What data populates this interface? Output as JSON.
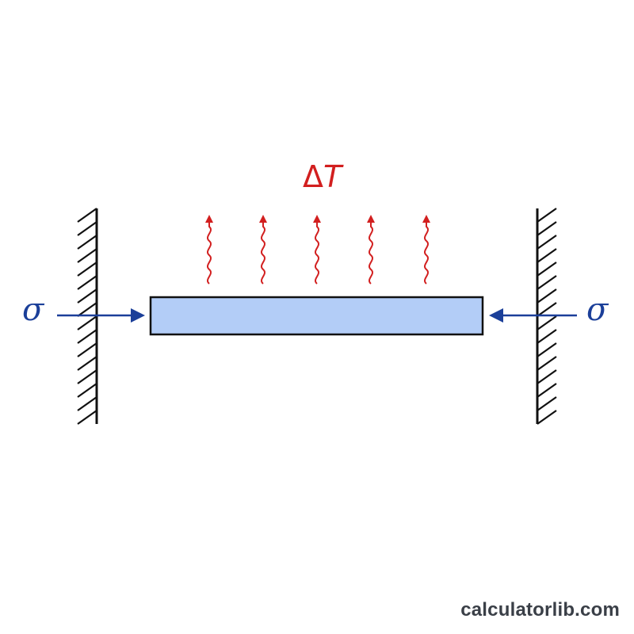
{
  "diagram": {
    "labels": {
      "stress_left": "σ",
      "stress_right": "σ",
      "temperature_change_prefix": "Δ",
      "temperature_change_var": "T"
    },
    "colors": {
      "stress": "#1b3f99",
      "heat": "#d21f1f",
      "bar_fill": "#b3cdf7",
      "bar_stroke": "#111111",
      "wall": "#111111"
    },
    "heat_arrow_count": 5
  },
  "watermark": "calculatorlib.com"
}
